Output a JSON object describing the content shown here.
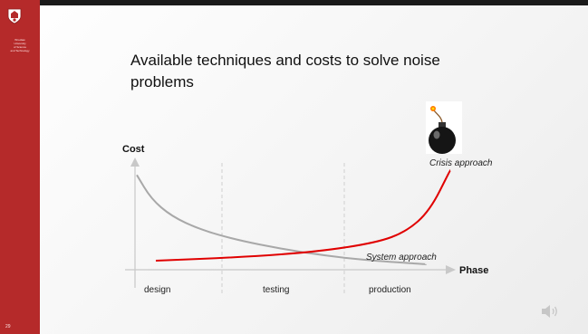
{
  "slide": {
    "title": "Available techniques and costs to solve noise problems",
    "page_number": "29",
    "institution_lines": [
      "Wrocław",
      "University",
      "of Science",
      "and Technology"
    ]
  },
  "colors": {
    "sidebar": "#b52a2a",
    "red_curve": "#e00000",
    "gray_curve": "#a8a8a8",
    "axis": "#c8c8c8"
  },
  "icons": {
    "crest": "university-crest-icon",
    "bomb": "bomb-icon",
    "speaker": "speaker-icon"
  },
  "chart_data": {
    "type": "line",
    "ylabel": "Cost",
    "xlabel": "Phase",
    "categories": [
      "design",
      "testing",
      "production"
    ],
    "annotations": [
      "Crisis approach",
      "System approach"
    ],
    "series": [
      {
        "name": "Crisis approach",
        "points": [
          [
            0.0,
            0.0
          ],
          [
            0.3,
            0.04
          ],
          [
            0.55,
            0.1
          ],
          [
            0.75,
            0.2
          ],
          [
            0.85,
            0.32
          ],
          [
            0.93,
            0.55
          ],
          [
            1.0,
            1.0
          ]
        ]
      },
      {
        "name": "System approach",
        "points": [
          [
            0.0,
            0.95
          ],
          [
            0.05,
            0.7
          ],
          [
            0.12,
            0.52
          ],
          [
            0.22,
            0.38
          ],
          [
            0.35,
            0.27
          ],
          [
            0.5,
            0.18
          ],
          [
            0.65,
            0.11
          ],
          [
            0.8,
            0.06
          ],
          [
            1.0,
            0.02
          ]
        ]
      }
    ]
  }
}
